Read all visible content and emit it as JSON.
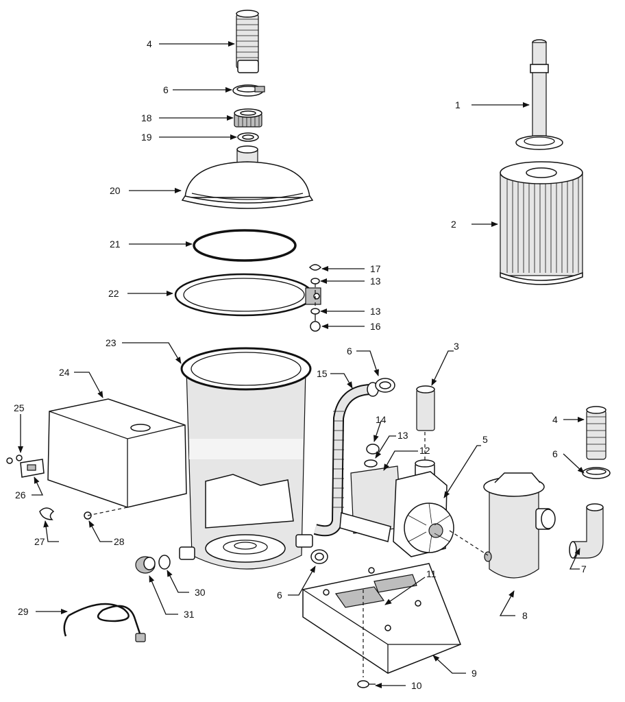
{
  "callouts": [
    {
      "id": "c4a",
      "label": "4"
    },
    {
      "id": "c6a",
      "label": "6"
    },
    {
      "id": "c18",
      "label": "18"
    },
    {
      "id": "c19",
      "label": "19"
    },
    {
      "id": "c20",
      "label": "20"
    },
    {
      "id": "c21",
      "label": "21"
    },
    {
      "id": "c22",
      "label": "22"
    },
    {
      "id": "c17",
      "label": "17"
    },
    {
      "id": "c13a",
      "label": "13"
    },
    {
      "id": "c13b",
      "label": "13"
    },
    {
      "id": "c16",
      "label": "16"
    },
    {
      "id": "c1",
      "label": "1"
    },
    {
      "id": "c2",
      "label": "2"
    },
    {
      "id": "c23",
      "label": "23"
    },
    {
      "id": "c24",
      "label": "24"
    },
    {
      "id": "c25",
      "label": "25"
    },
    {
      "id": "c26",
      "label": "26"
    },
    {
      "id": "c27",
      "label": "27"
    },
    {
      "id": "c28",
      "label": "28"
    },
    {
      "id": "c6b",
      "label": "6"
    },
    {
      "id": "c15",
      "label": "15"
    },
    {
      "id": "c3",
      "label": "3"
    },
    {
      "id": "c14",
      "label": "14"
    },
    {
      "id": "c13c",
      "label": "13"
    },
    {
      "id": "c12",
      "label": "12"
    },
    {
      "id": "c5",
      "label": "5"
    },
    {
      "id": "c4b",
      "label": "4"
    },
    {
      "id": "c6c",
      "label": "6"
    },
    {
      "id": "c7",
      "label": "7"
    },
    {
      "id": "c8",
      "label": "8"
    },
    {
      "id": "c11",
      "label": "11"
    },
    {
      "id": "c9",
      "label": "9"
    },
    {
      "id": "c10",
      "label": "10"
    },
    {
      "id": "c6d",
      "label": "6"
    },
    {
      "id": "c30",
      "label": "30"
    },
    {
      "id": "c31",
      "label": "31"
    },
    {
      "id": "c29",
      "label": "29"
    }
  ]
}
